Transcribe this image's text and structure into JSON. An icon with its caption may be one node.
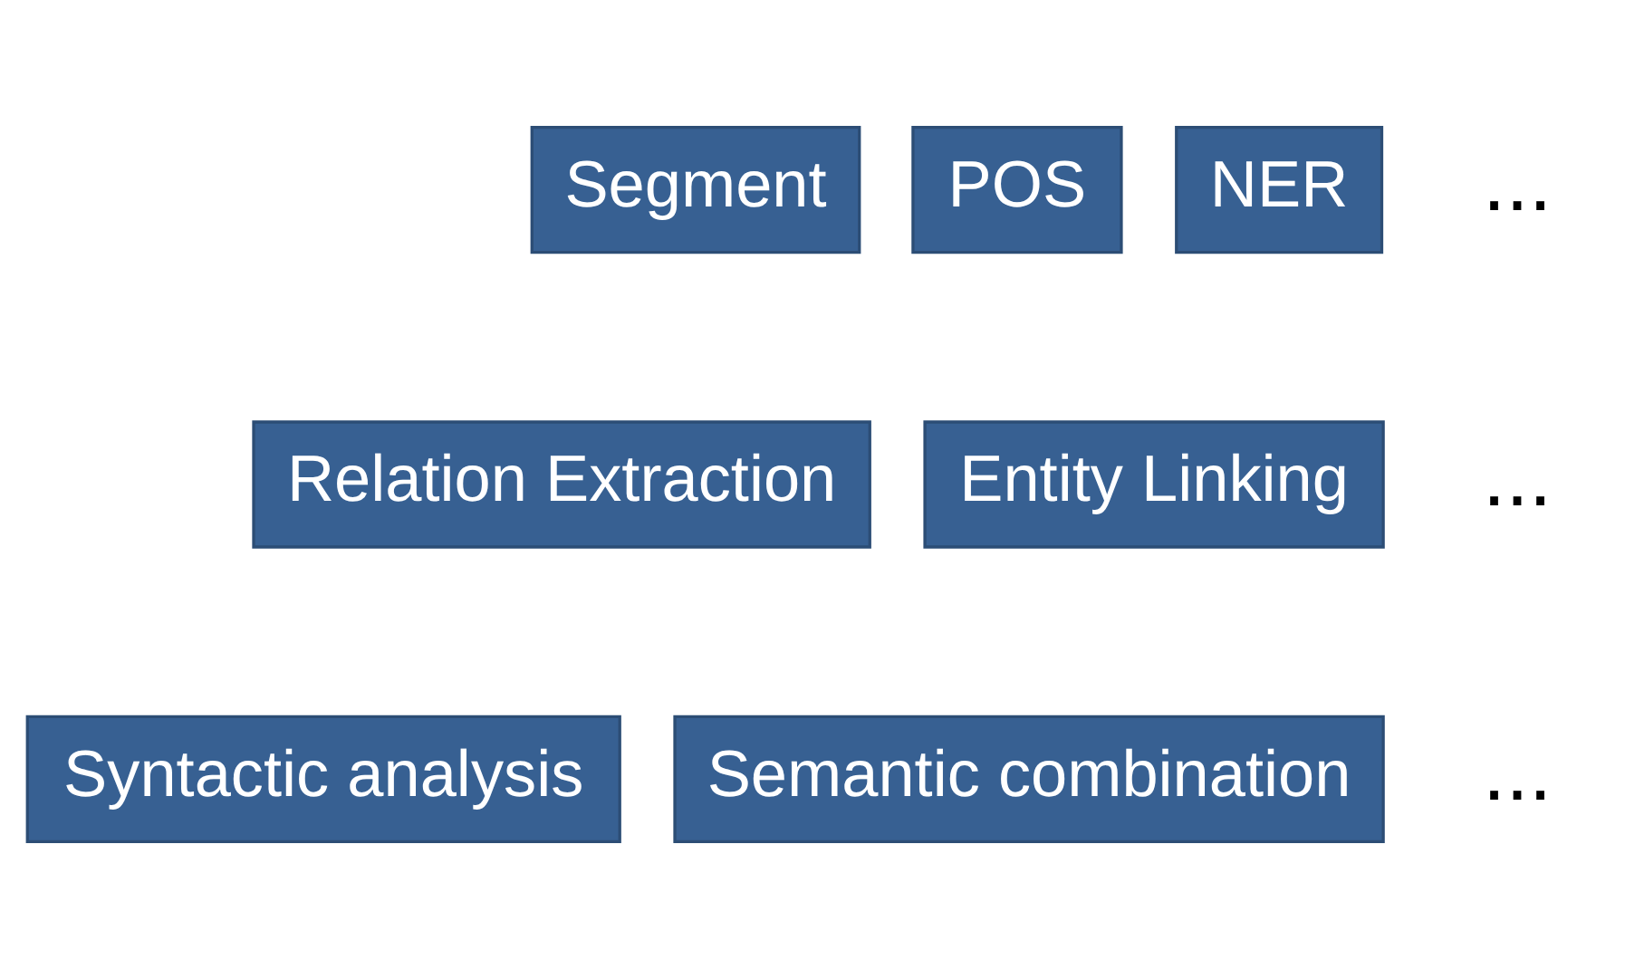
{
  "diagram": {
    "nodes": [
      {
        "text": [
          "Segment"
        ]
      },
      {
        "text": [
          "POS"
        ]
      },
      {
        "text": [
          "NER"
        ]
      },
      {
        "text": [
          "Relation Extraction"
        ]
      },
      {
        "text": [
          "Entity Linking"
        ]
      },
      {
        "text": [
          "Syntactic analysis"
        ]
      },
      {
        "text": [
          "Semantic combination"
        ]
      }
    ],
    "edges": [],
    "labels": [
      "...",
      "...",
      "..."
    ]
  }
}
